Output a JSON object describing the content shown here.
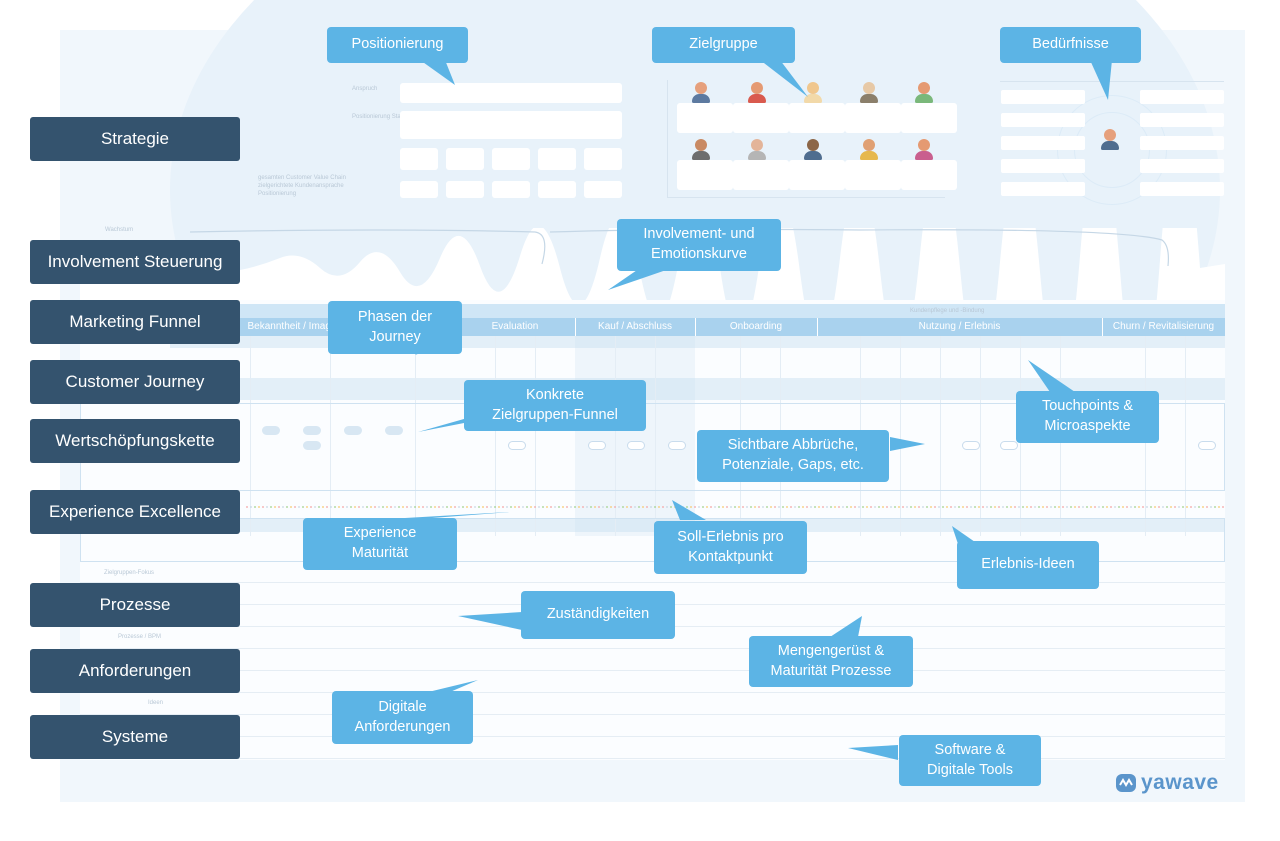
{
  "sidebar": {
    "items": [
      {
        "label": "Strategie"
      },
      {
        "label": "Involvement Steuerung"
      },
      {
        "label": "Marketing Funnel"
      },
      {
        "label": "Customer Journey"
      },
      {
        "label": "Wertschöpfungskette"
      },
      {
        "label": "Experience Excellence"
      },
      {
        "label": "Prozesse"
      },
      {
        "label": "Anforderungen"
      },
      {
        "label": "Systeme"
      }
    ]
  },
  "callouts": {
    "positionierung": "Positionierung",
    "zielgruppe": "Zielgruppe",
    "beduerfnisse": "Bedürfnisse",
    "involvement": "Involvement- und\nEmotionskurve",
    "phasen": "Phasen der\nJourney",
    "konkrete": "Konkrete\nZielgruppen-Funnel",
    "touchpoints": "Touchpoints &\nMicroaspekte",
    "sichtbare": "Sichtbare Abbrüche,\nPotenziale, Gaps, etc.",
    "maturitaet": "Experience\nMaturität",
    "soll": "Soll-Erlebnis pro\nKontaktpunkt",
    "ideen": "Erlebnis-Ideen",
    "zustaendigkeiten": "Zuständigkeiten",
    "mengengeruest": "Mengengerüst &\nMaturität Prozesse",
    "digitale": "Digitale\nAnforderungen",
    "software": "Software &\nDigitale Tools"
  },
  "phases": {
    "header": "Kundenpflege und -Bindung",
    "items": [
      {
        "label": "Bekanntheit / Image"
      },
      {
        "label": "Evaluation"
      },
      {
        "label": "Kauf / Abschluss"
      },
      {
        "label": "Onboarding"
      },
      {
        "label": "Nutzung / Erlebnis"
      },
      {
        "label": "Churn / Revitalisierung"
      }
    ]
  },
  "faint": {
    "strategy_text": "gesamten Customer Value Chain\nzielgerichtete Kundenansprache\nPositionierung",
    "wachstum": "Wachstum",
    "zielgruppen_fokus": "Zielgruppen-Fokus",
    "prozesse_bpm": "Prozesse / BPM",
    "ideen": "Ideen"
  },
  "colors": {
    "sidebar_bg": "#34536e",
    "callout_bg": "#5cb4e5",
    "phase_bar": "#a9d2ee",
    "logo": "#5b95cb"
  },
  "icons": {
    "logo": "yawave-logo-icon"
  },
  "logo": {
    "text": "yawave"
  }
}
